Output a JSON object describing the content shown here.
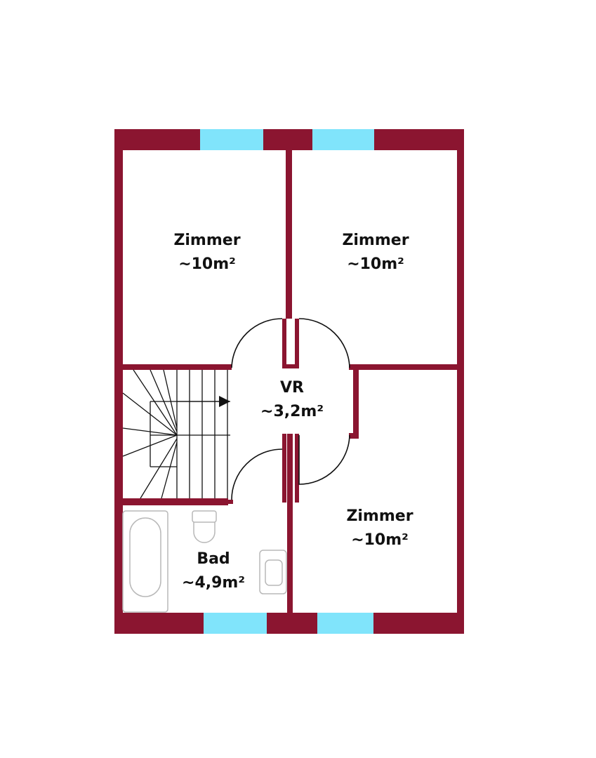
{
  "colors": {
    "wall": "#8b1530",
    "window": "#80e4fb",
    "background": "#ffffff",
    "line": "#111111",
    "fixture": "#b8b8b8"
  },
  "rooms": [
    {
      "id": "zimmer-top-left",
      "name": "Zimmer",
      "area": "~10m²"
    },
    {
      "id": "zimmer-top-right",
      "name": "Zimmer",
      "area": "~10m²"
    },
    {
      "id": "vr",
      "name": "VR",
      "area": "~3,2m²"
    },
    {
      "id": "zimmer-bottom-right",
      "name": "Zimmer",
      "area": "~10m²"
    },
    {
      "id": "bad",
      "name": "Bad",
      "area": "~4,9m²"
    }
  ],
  "icons": [
    "window-icon",
    "door-icon",
    "stairs-icon",
    "bathtub-icon",
    "toilet-icon",
    "sink-icon"
  ]
}
